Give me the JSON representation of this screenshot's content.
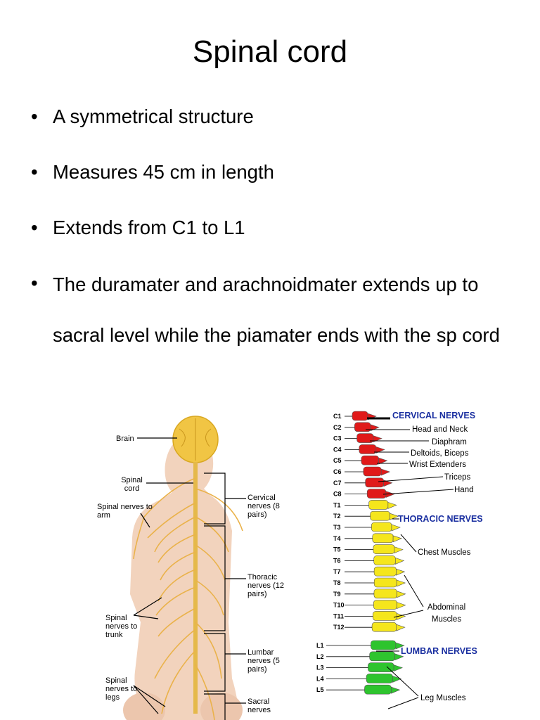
{
  "title": "Spinal cord",
  "bullets": [
    "A symmetrical structure",
    "Measures 45 cm in length",
    "Extends from C1 to L1",
    "The duramater and arachnoidmater extends up to sacral level while the piamater ends with the sp cord"
  ],
  "left_figure": {
    "labels": {
      "brain": "Brain",
      "spinal_cord": "Spinal cord",
      "nerves_arm": "Spinal nerves to arm",
      "nerves_trunk": "Spinal nerves to trunk",
      "nerves_legs": "Spinal nerves to legs",
      "cervical": "Cervical nerves (8 pairs)",
      "thoracic": "Thoracic nerves (12 pairs)",
      "lumbar": "Lumbar nerves (5 pairs)",
      "sacral": "Sacral nerves"
    }
  },
  "right_figure": {
    "cervical_label": "CERVICAL NERVES",
    "thoracic_label": "THORACIC NERVES",
    "lumbar_label": "LUMBAR NERVES",
    "vertebrae": [
      "C1",
      "C2",
      "C3",
      "C4",
      "C5",
      "C6",
      "C7",
      "C8",
      "T1",
      "T2",
      "T3",
      "T4",
      "T5",
      "T6",
      "T7",
      "T8",
      "T9",
      "T10",
      "T11",
      "T12",
      "L1",
      "L2",
      "L3",
      "L4",
      "L5"
    ],
    "muscles": {
      "head_neck": "Head and Neck",
      "diaphram": "Diaphram",
      "deltoids": "Deltoids, Biceps",
      "wrist": "Wrist Extenders",
      "triceps": "Triceps",
      "hand": "Hand",
      "chest": "Chest Muscles",
      "abdominal": "Abdominal Muscles",
      "leg": "Leg Muscles"
    },
    "colors": {
      "cervical": "#e01a1a",
      "thoracic": "#f5e61c",
      "lumbar": "#2ec42e",
      "label_blue": "#1a2fa0"
    }
  }
}
